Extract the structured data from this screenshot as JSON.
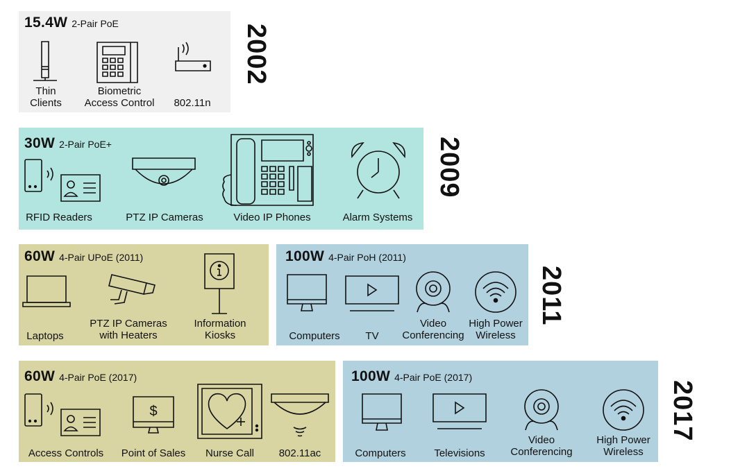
{
  "rows": [
    {
      "year": "2002",
      "panels": [
        {
          "watt": "15.4W",
          "standard": "2-Pair PoE",
          "items": [
            {
              "label_line1": "Thin",
              "label_line2": "Clients",
              "icon": "thin-client-icon"
            },
            {
              "label_line1": "Biometric",
              "label_line2": "Access Control",
              "icon": "keypad-icon"
            },
            {
              "label_line1": "",
              "label_line2": "802.11n",
              "icon": "wifi-router-icon"
            }
          ]
        }
      ]
    },
    {
      "year": "2009",
      "panels": [
        {
          "watt": "30W",
          "standard": "2-Pair PoE+",
          "items": [
            {
              "label": "RFID Readers",
              "icon": "rfid-reader-icon"
            },
            {
              "label": "PTZ IP Cameras",
              "icon": "dome-camera-icon"
            },
            {
              "label": "Video IP Phones",
              "icon": "ip-phone-icon"
            },
            {
              "label": "Alarm Systems",
              "icon": "alarm-clock-icon"
            }
          ]
        }
      ]
    },
    {
      "year": "2011",
      "panels": [
        {
          "watt": "60W",
          "standard": "4-Pair UPoE (2011)",
          "items": [
            {
              "label_line1": "",
              "label_line2": "Laptops",
              "icon": "laptop-icon"
            },
            {
              "label_line1": "PTZ IP Cameras",
              "label_line2": "with Heaters",
              "icon": "bullet-camera-icon"
            },
            {
              "label_line1": "Information",
              "label_line2": "Kiosks",
              "icon": "info-kiosk-icon"
            }
          ]
        },
        {
          "watt": "100W",
          "standard": "4-Pair PoH (2011)",
          "items": [
            {
              "label_line1": "",
              "label_line2": "Computers",
              "icon": "monitor-icon"
            },
            {
              "label_line1": "",
              "label_line2": "TV",
              "icon": "tv-icon"
            },
            {
              "label_line1": "Video",
              "label_line2": "Conferencing",
              "icon": "webcam-icon"
            },
            {
              "label_line1": "High Power",
              "label_line2": "Wireless",
              "icon": "wifi-icon"
            }
          ]
        }
      ]
    },
    {
      "year": "2017",
      "panels": [
        {
          "watt": "60W",
          "standard": "4-Pair PoE (2017)",
          "items": [
            {
              "label": "Access Controls",
              "icon": "access-control-icon"
            },
            {
              "label": "Point of Sales",
              "icon": "pos-terminal-icon"
            },
            {
              "label": "Nurse Call",
              "icon": "nurse-call-icon"
            },
            {
              "label": "802.11ac",
              "icon": "ceiling-ap-icon"
            }
          ]
        },
        {
          "watt": "100W",
          "standard": "4-Pair PoE (2017)",
          "items": [
            {
              "label_line1": "",
              "label_line2": "Computers",
              "icon": "monitor-icon"
            },
            {
              "label_line1": "",
              "label_line2": "Televisions",
              "icon": "tv-icon"
            },
            {
              "label_line1": "Video",
              "label_line2": "Conferencing",
              "icon": "webcam-icon"
            },
            {
              "label_line1": "High Power",
              "label_line2": "Wireless",
              "icon": "wifi-icon"
            }
          ]
        }
      ]
    }
  ],
  "colors": {
    "gray_panel": "#f0f0f0",
    "teal_panel": "#b2e4e0",
    "olive_panel": "#d8d5a3",
    "blue_panel": "#b1d1df",
    "ink": "#111111"
  }
}
